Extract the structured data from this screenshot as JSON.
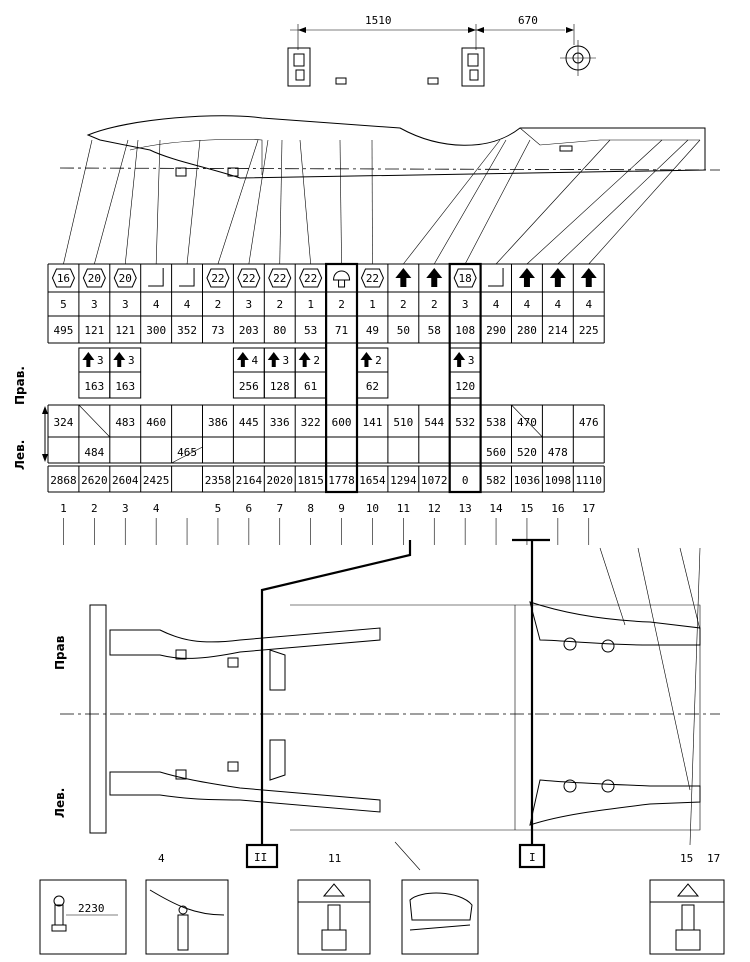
{
  "top_dims": {
    "span_a": "1510",
    "span_b": "670"
  },
  "side_labels": {
    "right_full": "Прав.",
    "left_full": "Лев.",
    "right_short": "Прав",
    "left_short": "Лев."
  },
  "columns": [
    {
      "num": "1",
      "sym": "16",
      "sym_type": "hex",
      "qty": "5",
      "code": "495",
      "sub": "",
      "sub_qty": "",
      "right": "324",
      "left": "",
      "dist": "2868"
    },
    {
      "num": "2",
      "sym": "20",
      "sym_type": "hex",
      "qty": "3",
      "code": "121",
      "sub": "163",
      "sub_qty": "3",
      "right": "",
      "left": "484",
      "dist": "2620"
    },
    {
      "num": "3",
      "sym": "20",
      "sym_type": "hex",
      "qty": "3",
      "code": "121",
      "sub": "163",
      "sub_qty": "3",
      "right": "483",
      "left": "",
      "dist": "2604"
    },
    {
      "num": "4",
      "sym": "",
      "sym_type": "bracket",
      "qty": "4",
      "code": "300",
      "sub": "",
      "sub_qty": "",
      "right": "460",
      "left": "",
      "dist": "2425"
    },
    {
      "num": "",
      "sym": "",
      "sym_type": "bracket",
      "qty": "4",
      "code": "352",
      "sub": "",
      "sub_qty": "",
      "right": "",
      "left": "465",
      "dist": ""
    },
    {
      "num": "5",
      "sym": "22",
      "sym_type": "hex",
      "qty": "2",
      "code": "73",
      "sub": "",
      "sub_qty": "",
      "right": "386",
      "left": "",
      "dist": "2358"
    },
    {
      "num": "6",
      "sym": "22",
      "sym_type": "hex",
      "qty": "3",
      "code": "203",
      "sub": "256",
      "sub_qty": "4",
      "right": "445",
      "left": "",
      "dist": "2164"
    },
    {
      "num": "7",
      "sym": "22",
      "sym_type": "hex",
      "qty": "2",
      "code": "80",
      "sub": "128",
      "sub_qty": "3",
      "right": "336",
      "left": "",
      "dist": "2020"
    },
    {
      "num": "8",
      "sym": "22",
      "sym_type": "hex",
      "qty": "1",
      "code": "53",
      "sub": "61",
      "sub_qty": "2",
      "right": "322",
      "left": "",
      "dist": "1815"
    },
    {
      "num": "9",
      "sym": "",
      "sym_type": "cap",
      "qty": "2",
      "code": "71",
      "sub": "",
      "sub_qty": "",
      "right": "600",
      "left": "",
      "dist": "1778"
    },
    {
      "num": "10",
      "sym": "22",
      "sym_type": "hex",
      "qty": "1",
      "code": "49",
      "sub": "62",
      "sub_qty": "2",
      "right": "141",
      "left": "",
      "dist": "1654"
    },
    {
      "num": "11",
      "sym": "",
      "sym_type": "arrow",
      "qty": "2",
      "code": "50",
      "sub": "",
      "sub_qty": "",
      "right": "510",
      "left": "",
      "dist": "1294"
    },
    {
      "num": "12",
      "sym": "",
      "sym_type": "arrow",
      "qty": "2",
      "code": "58",
      "sub": "",
      "sub_qty": "",
      "right": "544",
      "left": "",
      "dist": "1072"
    },
    {
      "num": "13",
      "sym": "18",
      "sym_type": "hex",
      "qty": "3",
      "code": "108",
      "sub": "120",
      "sub_qty": "3",
      "right": "532",
      "left": "",
      "dist": "0"
    },
    {
      "num": "14",
      "sym": "",
      "sym_type": "bracket",
      "qty": "4",
      "code": "290",
      "sub": "",
      "sub_qty": "",
      "right": "538",
      "left": "560",
      "dist": "582"
    },
    {
      "num": "15",
      "sym": "",
      "sym_type": "arrow",
      "qty": "4",
      "code": "280",
      "sub": "",
      "sub_qty": "",
      "right": "470",
      "left": "520",
      "dist": "1036"
    },
    {
      "num": "16",
      "sym": "",
      "sym_type": "arrow",
      "qty": "4",
      "code": "214",
      "sub": "",
      "sub_qty": "",
      "right": "",
      "left": "478",
      "dist": "1098"
    },
    {
      "num": "17",
      "sym": "",
      "sym_type": "arrow",
      "qty": "4",
      "code": "225",
      "sub": "",
      "sub_qty": "",
      "right": "476",
      "left": "",
      "dist": "1110"
    }
  ],
  "bottom_markers": {
    "ref_left": "II",
    "ref_right": "I",
    "call_4": "4",
    "call_11": "11",
    "call_15": "15",
    "call_17": "17"
  },
  "detail_dim": "2230"
}
